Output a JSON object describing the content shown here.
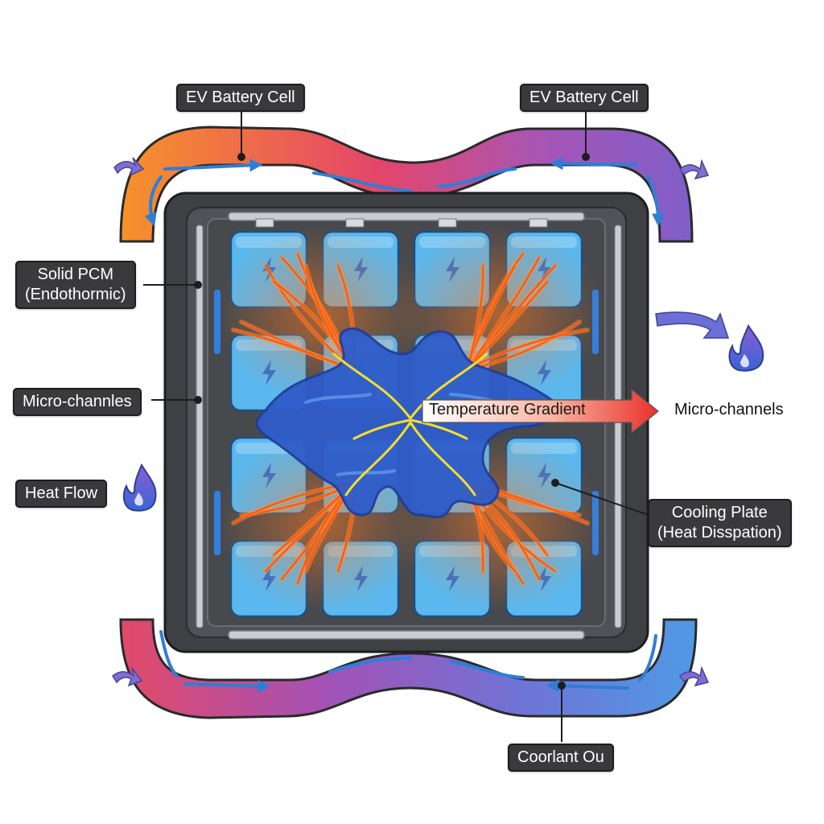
{
  "labels": {
    "ev_cell_left": "EV Battery Cell",
    "ev_cell_right": "EV Battery Cell",
    "solid_pcm_line1": "Solid PCM",
    "solid_pcm_line2": "(Endothormic)",
    "micro_channels_left": "Micro-channles",
    "heat_flow": "Heat Flow",
    "temperature_gradient": "Temperature Gradient",
    "micro_channels_right": "Micro-channels",
    "cooling_plate_line1": "Cooling Plate",
    "cooling_plate_line2": "(Heat Disspation)",
    "coolant_out": "Coorlant Ou"
  },
  "grid": {
    "rows": 4,
    "cols": 4
  },
  "icons": {
    "cell": "lightning-bolt-icon",
    "flame": "flame-icon",
    "flow_arrow": "flow-arrow-icon"
  },
  "colors": {
    "frame": "#3f4043",
    "frame_inner": "#55575b",
    "cell_fill": "#5ab8ee",
    "cell_bolt": "#2f6fd0",
    "pcm_blob": "#2f5cc9",
    "heat_strand": "#ff6a1a",
    "heat_glow": "#ff9a3c",
    "pipe_hot": "#f7832a",
    "pipe_mid": "#d9466a",
    "pipe_cool": "#7d5bc7",
    "pipe_cold": "#4f8fe0",
    "flow_arrow": "#2d7fd6",
    "label_bg": "#3a3a3d"
  }
}
